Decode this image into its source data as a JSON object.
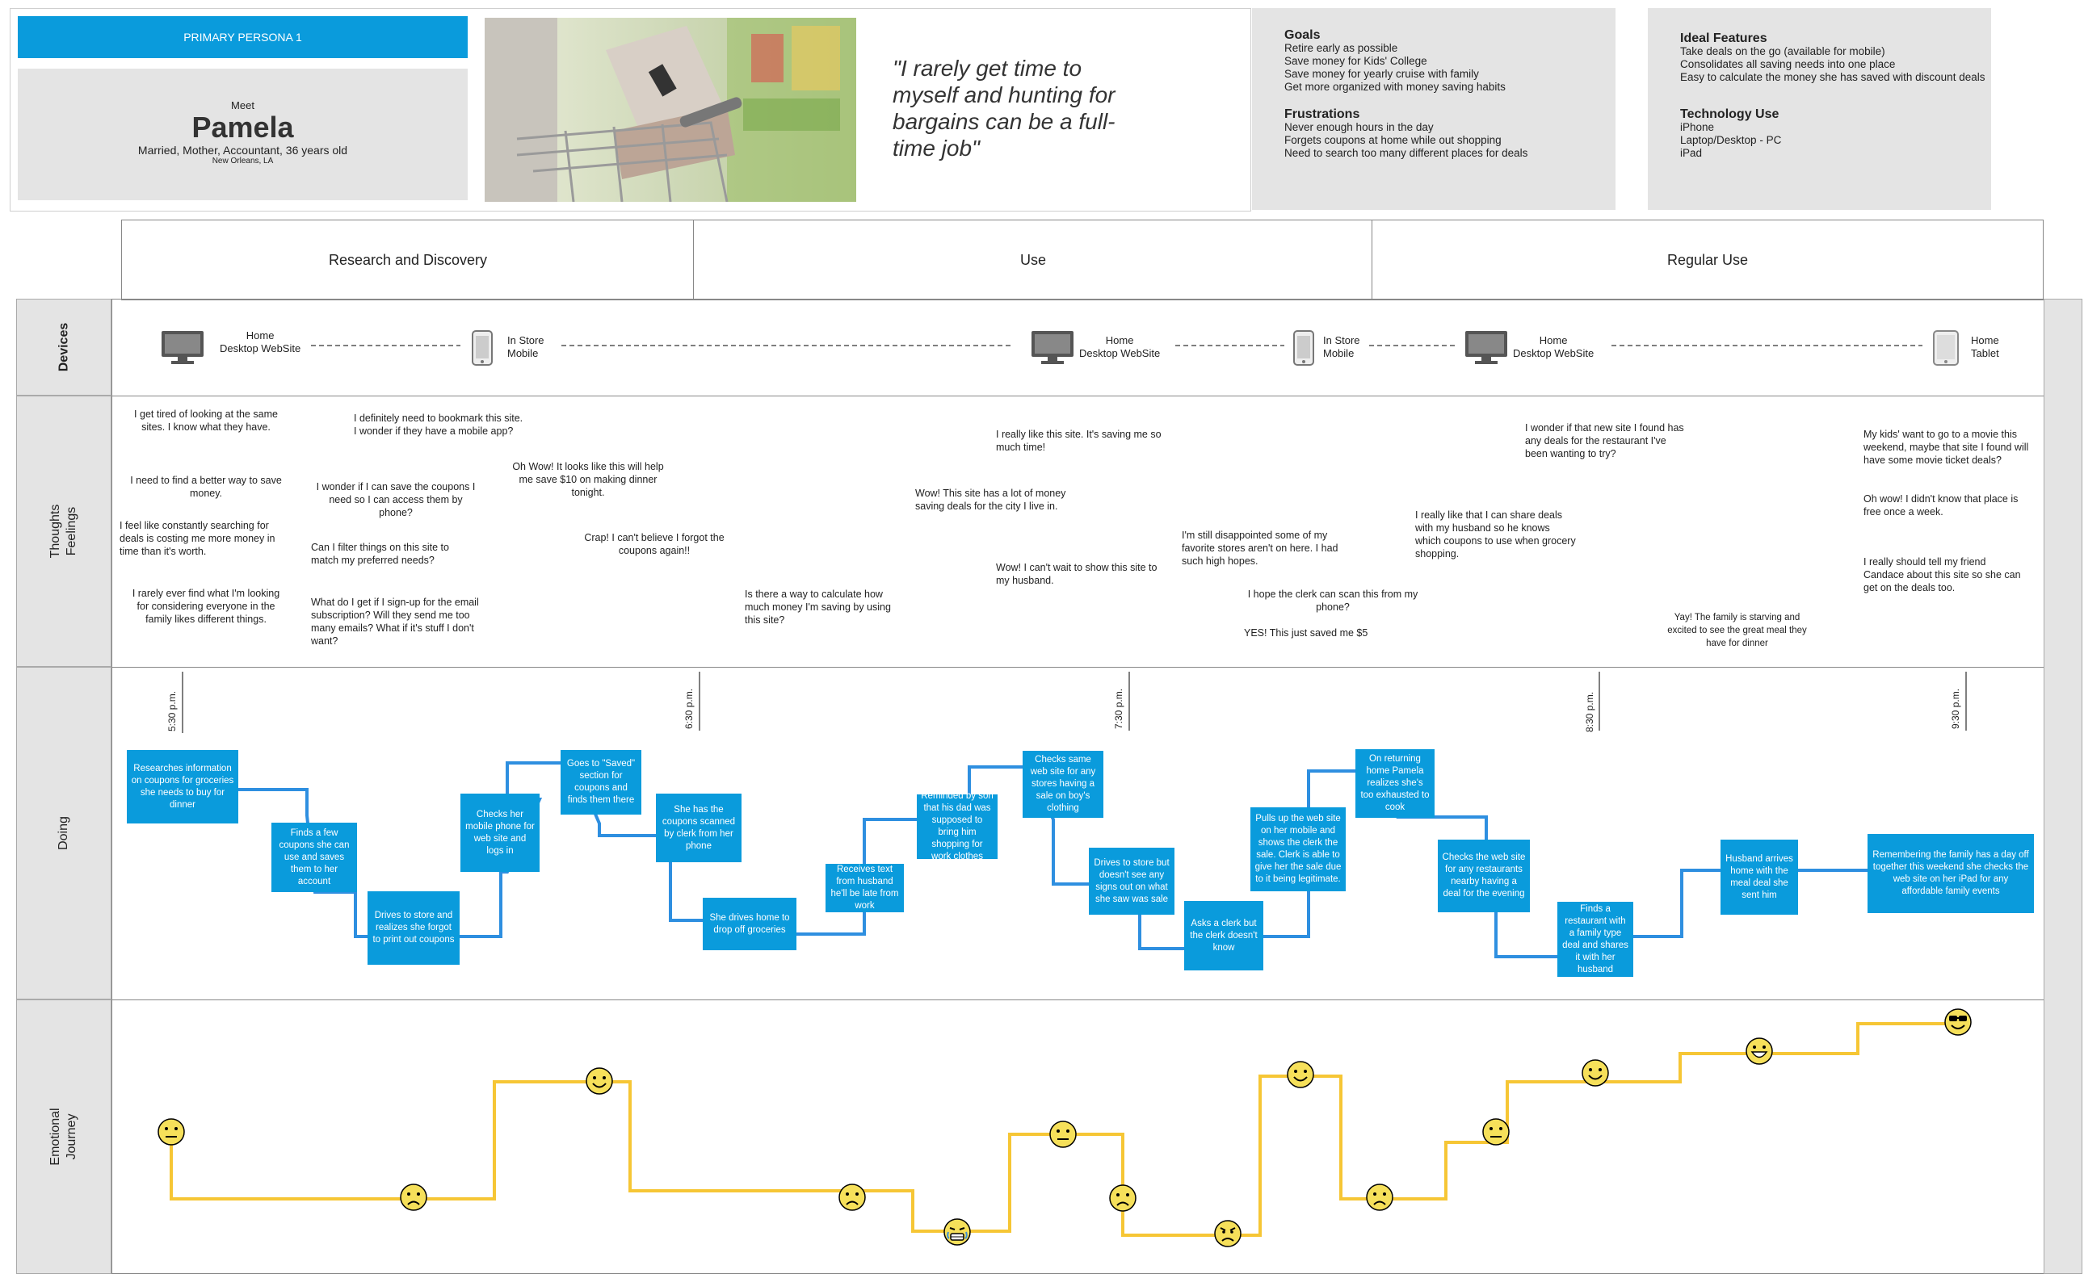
{
  "persona": {
    "tag": "PRIMARY PERSONA 1",
    "meet": "Meet",
    "name": "Pamela",
    "description": "Married, Mother, Accountant, 36 years old",
    "location": "New Orleans, LA",
    "quote": "\"I rarely get time to myself and hunting for bargains can be a full-time job\""
  },
  "goals": {
    "title": "Goals",
    "items": [
      "Retire early as possible",
      "Save money for Kids' College",
      "Save money for yearly cruise with family",
      "Get more organized with money saving habits"
    ]
  },
  "frustrations": {
    "title": "Frustrations",
    "items": [
      "Never enough hours in the day",
      "Forgets coupons at home while out shopping",
      "Need to search too many different places for deals"
    ]
  },
  "ideal_features": {
    "title": "Ideal Features",
    "items": [
      "Take deals on the go (available for mobile)",
      "Consolidates all saving needs into one place",
      "Easy to calculate the money she has saved with discount deals"
    ]
  },
  "technology": {
    "title": "Technology Use",
    "items": [
      "iPhone",
      "Laptop/Desktop - PC",
      "iPad"
    ]
  },
  "phases": [
    "Research and Discovery",
    "Use",
    "Regular Use"
  ],
  "row_labels": {
    "devices": "Devices",
    "thoughts": "Thoughts Feelings",
    "doing": "Doing",
    "emotional": "Emotional Journey"
  },
  "devices": [
    {
      "type": "desktop-icon",
      "line1": "Home",
      "line2": "Desktop WebSite"
    },
    {
      "type": "mobile-icon",
      "line1": "In Store",
      "line2": "Mobile"
    },
    {
      "type": "desktop-icon",
      "line1": "Home",
      "line2": "Desktop WebSite"
    },
    {
      "type": "mobile-icon",
      "line1": "In Store",
      "line2": "Mobile"
    },
    {
      "type": "desktop-icon",
      "line1": "Home",
      "line2": "Desktop WebSite"
    },
    {
      "type": "tablet-icon",
      "line1": "Home",
      "line2": "Tablet"
    }
  ],
  "thoughts": [
    "I get tired of looking at the same sites. I know what they have.",
    "I  need to find a better way to save money.",
    "I feel like constantly searching for deals is costing me more money in time than it's worth.",
    "I rarely ever find what I'm looking for considering everyone in the family likes different things.",
    "I definitely need to bookmark this site. I wonder if they have a mobile app?",
    "I wonder if I can save the coupons I need so I can access them by phone?",
    "Can I filter things on this site to match my preferred needs?",
    "What do I get if I sign-up for the email subscription? Will they send me too many emails? What if it's stuff I don't want?",
    "Oh Wow! It looks like this will help me save $10 on making dinner tonight.",
    "Crap! I can't believe I forgot the coupons again!!",
    "Is there a way to calculate how much money I'm saving by using this site?",
    "Wow! This site has a lot of money saving deals for the city I live in.",
    "I really like this site. It's saving me so much time!",
    "Wow! I can't wait to show this site to my husband.",
    "I'm still disappointed some of my favorite stores aren't on here. I had such high hopes.",
    "I hope the clerk can scan this from my phone?",
    "YES! This just saved me $5",
    "I wonder if that new site I found has any deals for the restaurant I've been wanting to try?",
    "I really like that I can share deals with my husband so he knows which coupons to use when grocery shopping.",
    "Yay! The family is starving and excited to see the great meal they have for dinner",
    "My kids' want to go to a movie this weekend, maybe that site I found will have some movie ticket deals?",
    "Oh wow! I didn't know that place is free once a week.",
    "I really should tell my friend Candace about this site so she can get on the deals too."
  ],
  "times": [
    "5:30 p.m.",
    "6:30 p.m.",
    "7:30 p.m.",
    "8:30 p.m.",
    "9:30 p.m."
  ],
  "doing": [
    "Researches information on coupons for groceries she needs to buy for dinner",
    "Finds a few coupons she can use and saves them to her account",
    "Drives to store and realizes she forgot to print out coupons",
    "Checks her mobile phone for web site and logs in",
    "Goes to \"Saved\" section for coupons and finds them there",
    "She has the coupons scanned by clerk from her phone",
    "She drives home to drop off groceries",
    "Receives text from husband he'll be late from work",
    "Reminded by son that his dad was supposed to bring him shopping for work clothes",
    "Checks same web site for any stores having a sale on boy's clothing",
    "Drives to store but doesn't see any signs out on what she saw was sale",
    "Asks a clerk but the clerk doesn't know",
    "Pulls up the web site on her mobile and shows the clerk the sale. Clerk is able to give her the sale due to  it being legitimate.",
    "On returning home Pamela realizes she's too exhausted to cook",
    "Checks the web site for any restaurants nearby having a deal for the evening",
    "Finds a restaurant with a family type deal and shares it with her husband",
    "Husband arrives home with the meal deal she sent him",
    "Remembering the family has a day off together this weekend she checks the web site on her iPad for any affordable family events"
  ],
  "emotions": [
    "neutral-face-icon",
    "sad-face-icon",
    "happy-face-icon",
    "sad-face-icon",
    "crying-face-icon",
    "neutral-face-icon",
    "sad-face-icon",
    "angry-face-icon",
    "happy-face-icon",
    "sad-face-icon",
    "neutral-face-icon",
    "happy-face-icon",
    "grinning-face-icon",
    "cool-face-icon"
  ],
  "colors": {
    "accent": "#0a9bdc",
    "journey": "#f6c635",
    "panel": "#e4e4e4"
  }
}
